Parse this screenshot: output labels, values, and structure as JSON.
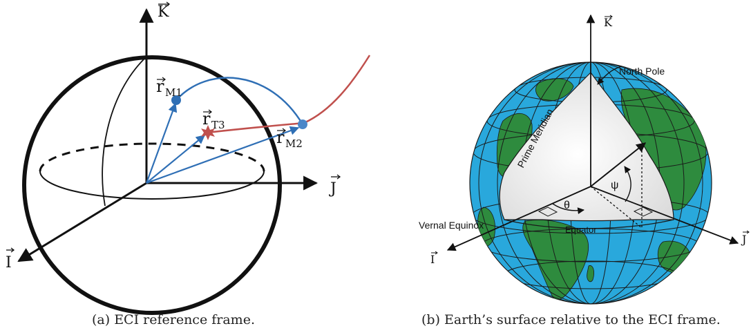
{
  "figure_a": {
    "caption": "(a) ECI reference frame.",
    "axis_k": "K",
    "axis_j": "J",
    "axis_i": "I",
    "vec_rm1": "r",
    "vec_rm1_sub": "M1",
    "vec_rt3": "r",
    "vec_rt3_sub": "T3",
    "vec_rm2": "r",
    "vec_rm2_sub": "M2",
    "colors": {
      "blue_vector": "#2f6fb5",
      "red_track": "#c0504d",
      "outline": "#111111"
    }
  },
  "figure_b": {
    "caption": "(b) Earth’s surface relative to the ECI frame.",
    "axis_k": "K",
    "axis_j": "J",
    "axis_i": "I",
    "north_pole": "North Pole",
    "prime_meridian": "Prime Meridian",
    "vernal_equinox": "Vernal Equinox",
    "equator": "Equator",
    "theta": "θ",
    "psi": "ψ",
    "colors": {
      "ocean": "#29a8dc",
      "land": "#2e8b3e",
      "grid": "#1a1a1a"
    }
  }
}
